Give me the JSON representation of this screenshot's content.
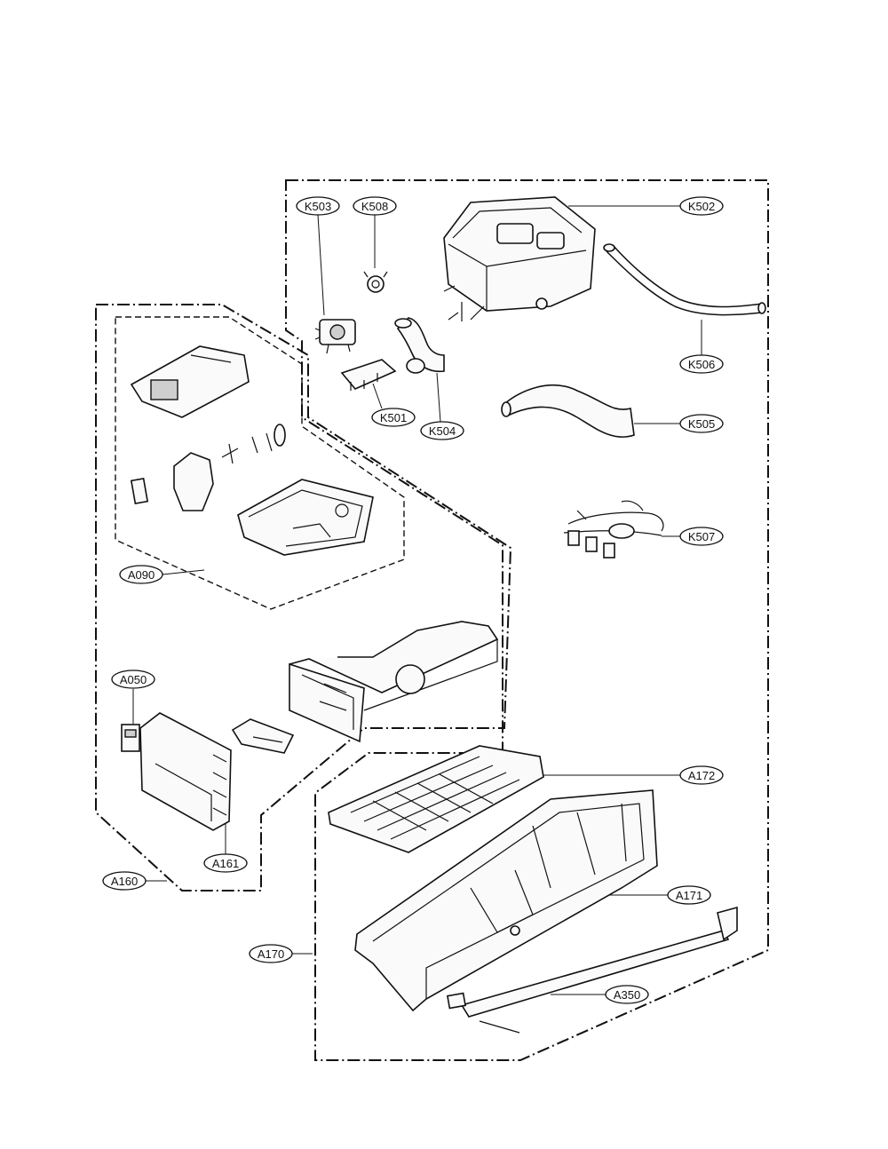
{
  "callouts": {
    "k503": "K503",
    "k508": "K508",
    "k502": "K502",
    "k506": "K506",
    "k501": "K501",
    "k504": "K504",
    "k505": "K505",
    "k507": "K507",
    "a090": "A090",
    "a050": "A050",
    "a172": "A172",
    "a171": "A171",
    "a161": "A161",
    "a160": "A160",
    "a170": "A170",
    "a350": "A350"
  }
}
